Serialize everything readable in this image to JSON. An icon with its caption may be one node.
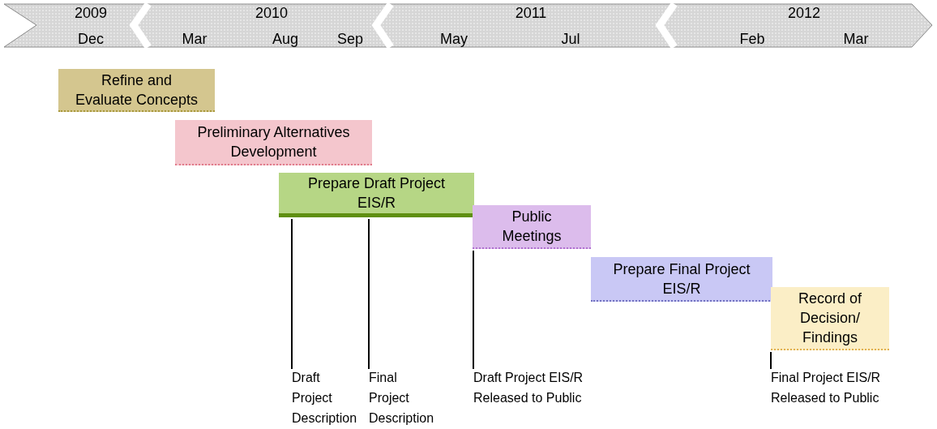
{
  "diagram": {
    "nodes": [
      {
        "text": [
          "Refine and Evaluate Concepts"
        ]
      },
      {
        "text": [
          "Preliminary Alternatives Development"
        ]
      },
      {
        "text": [
          "Prepare Draft Project EIS/R"
        ]
      },
      {
        "text": [
          "Public Meetings"
        ]
      },
      {
        "text": [
          "Prepare Final Project EIS/R"
        ]
      },
      {
        "text": [
          "Record of Decision/ Findings"
        ]
      },
      {
        "text": [
          "Draft Project Description"
        ]
      },
      {
        "text": [
          "Final Project Description"
        ]
      },
      {
        "text": [
          "Draft Project EIS/R Released to Public"
        ]
      },
      {
        "text": [
          "Final Project EIS/R Released to Public"
        ]
      }
    ],
    "edges": [
      {
        "from": 6,
        "to": 2,
        "arrow": "none"
      },
      {
        "from": 7,
        "to": 2,
        "arrow": "none"
      },
      {
        "from": 8,
        "to": 3,
        "arrow": "none"
      },
      {
        "from": 9,
        "to": 5,
        "arrow": "none"
      }
    ],
    "labels": [
      "2009",
      "2010",
      "2011",
      "2012",
      "Dec",
      "Mar",
      "Aug",
      "Sep",
      "May",
      "Jul",
      "Feb",
      "Mar"
    ]
  }
}
